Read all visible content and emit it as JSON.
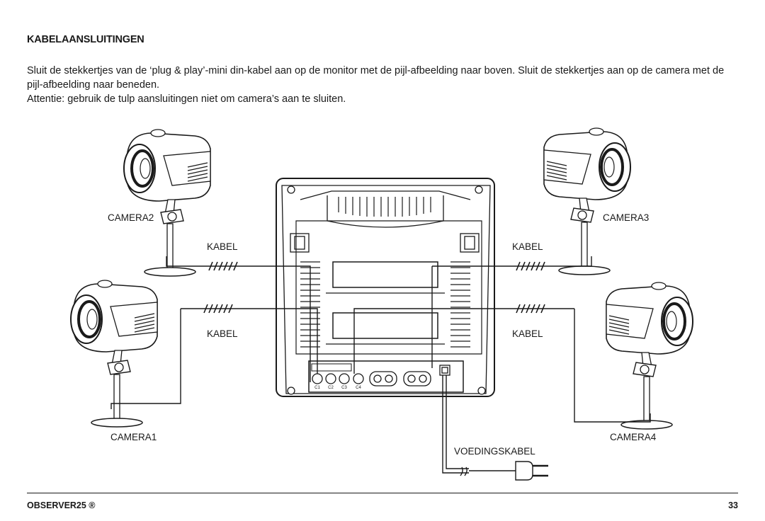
{
  "heading": "KABELAANSLUITINGEN",
  "paragraphs": [
    "Sluit de stekkertjes van de ‘plug & play’-mini din-kabel aan op de monitor met de pijl-afbeelding naar boven. Sluit de stekkertjes aan op de camera met de pijl-afbeelding naar beneden.",
    "Attentie: gebruik de tulp aansluitingen niet om camera’s aan te sluiten."
  ],
  "diagram": {
    "cameras": {
      "camera1": "CAMERA1",
      "camera2": "CAMERA2",
      "camera3": "CAMERA3",
      "camera4": "CAMERA4"
    },
    "cables": {
      "top_left": "KABEL",
      "top_right": "KABEL",
      "bottom_left": "KABEL",
      "bottom_right": "KABEL"
    },
    "power_cable": "VOEDINGSKABEL",
    "ports": [
      "C1",
      "C2",
      "C3",
      "C4"
    ]
  },
  "footer": {
    "product": "OBSERVER25 ®",
    "page": "33"
  }
}
